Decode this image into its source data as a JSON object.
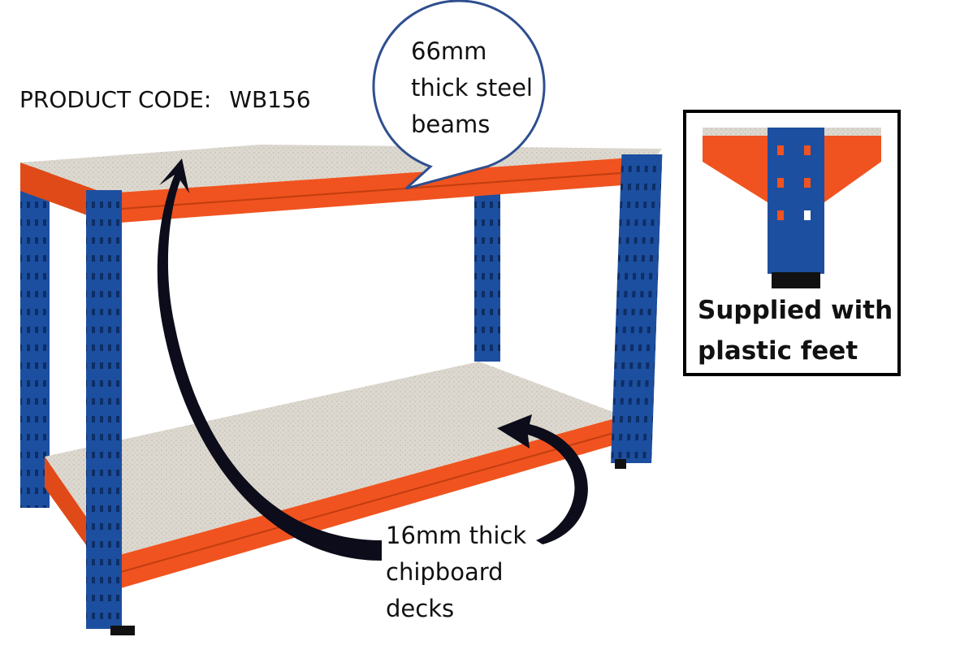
{
  "product_code": {
    "label": "PRODUCT CODE:",
    "value": "WB156"
  },
  "beam_callout": {
    "lines": [
      "66mm",
      "thick steel",
      "beams"
    ]
  },
  "deck_callout": {
    "lines": [
      "16mm thick",
      "chipboard",
      "decks"
    ]
  },
  "inset": {
    "lines": [
      "Supplied with",
      "plastic feet"
    ]
  },
  "colors": {
    "upright": "#1d4fa0",
    "beam": "#f0531f",
    "chipboard": "#d9d5cc",
    "bubble_border": "#2f4f8f"
  }
}
